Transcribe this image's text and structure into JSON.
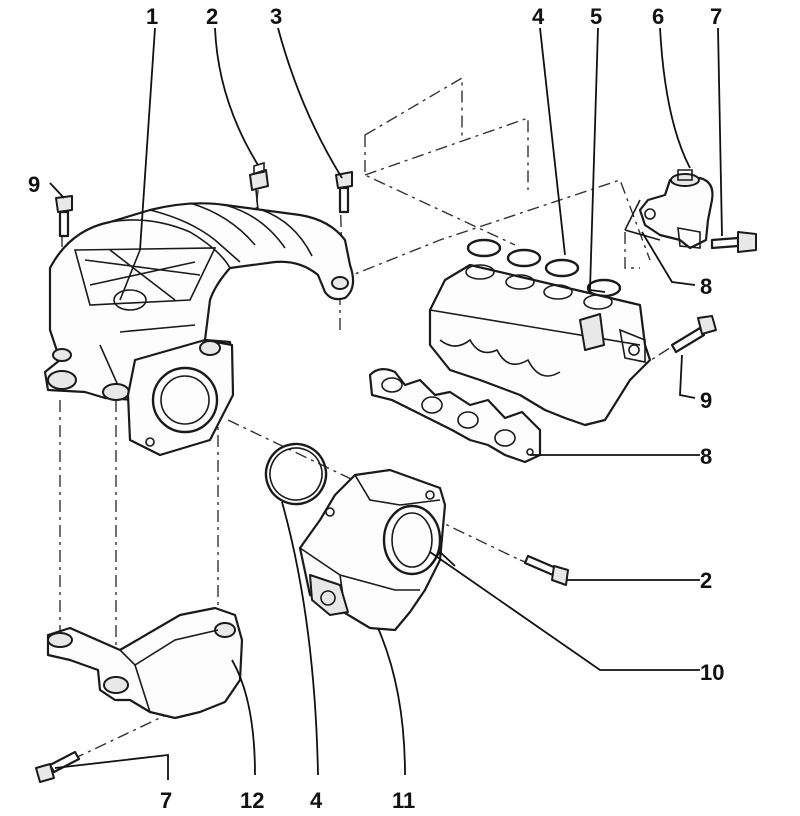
{
  "callouts": {
    "c1": "1",
    "c2_top": "2",
    "c3": "3",
    "c4_top": "4",
    "c5": "5",
    "c6": "6",
    "c7_top": "7",
    "c9_left": "9",
    "c8_upper": "8",
    "c9_right": "9",
    "c8_lower": "8",
    "c2_right": "2",
    "c10": "10",
    "c7_bottom": "7",
    "c12": "12",
    "c4_bottom": "4",
    "c11": "11"
  }
}
